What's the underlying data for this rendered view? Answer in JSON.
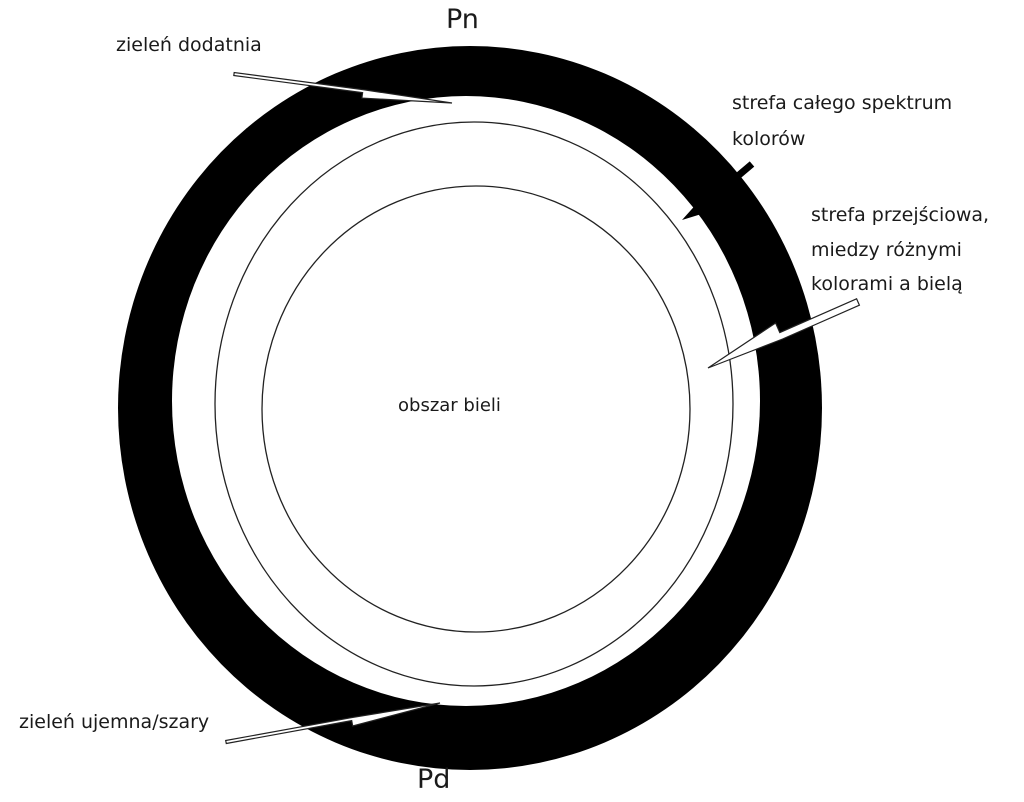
{
  "labels": {
    "top_pole": "Pn",
    "bottom_pole": "Pd",
    "positive_green": "zieleń dodatnia",
    "full_spectrum_line1": "strefa całego spektrum",
    "full_spectrum_line2": "kolorów",
    "transition_line1": "strefa przejściowa,",
    "transition_line2": "miedzy różnymi",
    "transition_line3": "kolorami a bielą",
    "white_area": "obszar bieli",
    "negative_green": "zieleń ujemna/szary"
  },
  "colors": {
    "ring": "#000000",
    "background": "#ffffff",
    "text": "#1a1a1a"
  }
}
